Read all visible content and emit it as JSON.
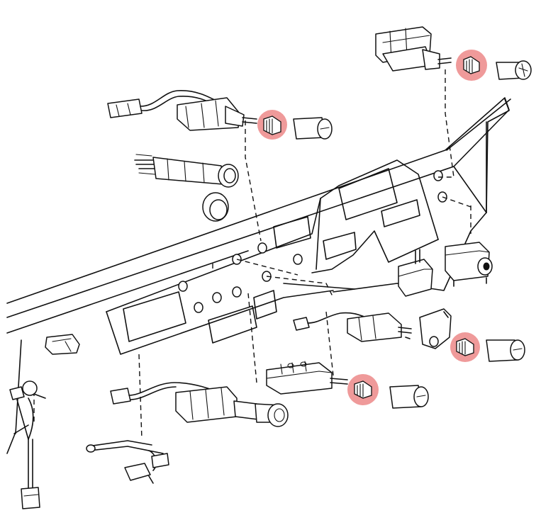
{
  "highlight_color": "#ef9a9a",
  "line_color": "#111111",
  "background": "#ffffff",
  "parts": [
    {
      "name": "switch-assembly-top-right",
      "icon": "switch-icon"
    },
    {
      "name": "switch-assembly-upper-left",
      "icon": "switch-icon"
    },
    {
      "name": "cigarette-lighter",
      "icon": "lighter-icon"
    },
    {
      "name": "lighter-bezel",
      "icon": "ring-icon"
    },
    {
      "name": "buzzer",
      "icon": "buzzer-icon"
    },
    {
      "name": "relay",
      "icon": "relay-icon"
    },
    {
      "name": "switch-assembly-center-right",
      "icon": "switch-icon"
    },
    {
      "name": "switch-assembly-center",
      "icon": "switch-icon"
    },
    {
      "name": "switch-assembly-bottom-left",
      "icon": "switch-icon"
    },
    {
      "name": "wiring-harness-left",
      "icon": "harness-icon"
    },
    {
      "name": "connector-bottom",
      "icon": "connector-icon"
    },
    {
      "name": "clip-left",
      "icon": "clip-icon"
    }
  ],
  "highlighted_screws": [
    {
      "name": "screw-top-right"
    },
    {
      "name": "screw-upper-left"
    },
    {
      "name": "screw-right"
    },
    {
      "name": "screw-center"
    }
  ]
}
